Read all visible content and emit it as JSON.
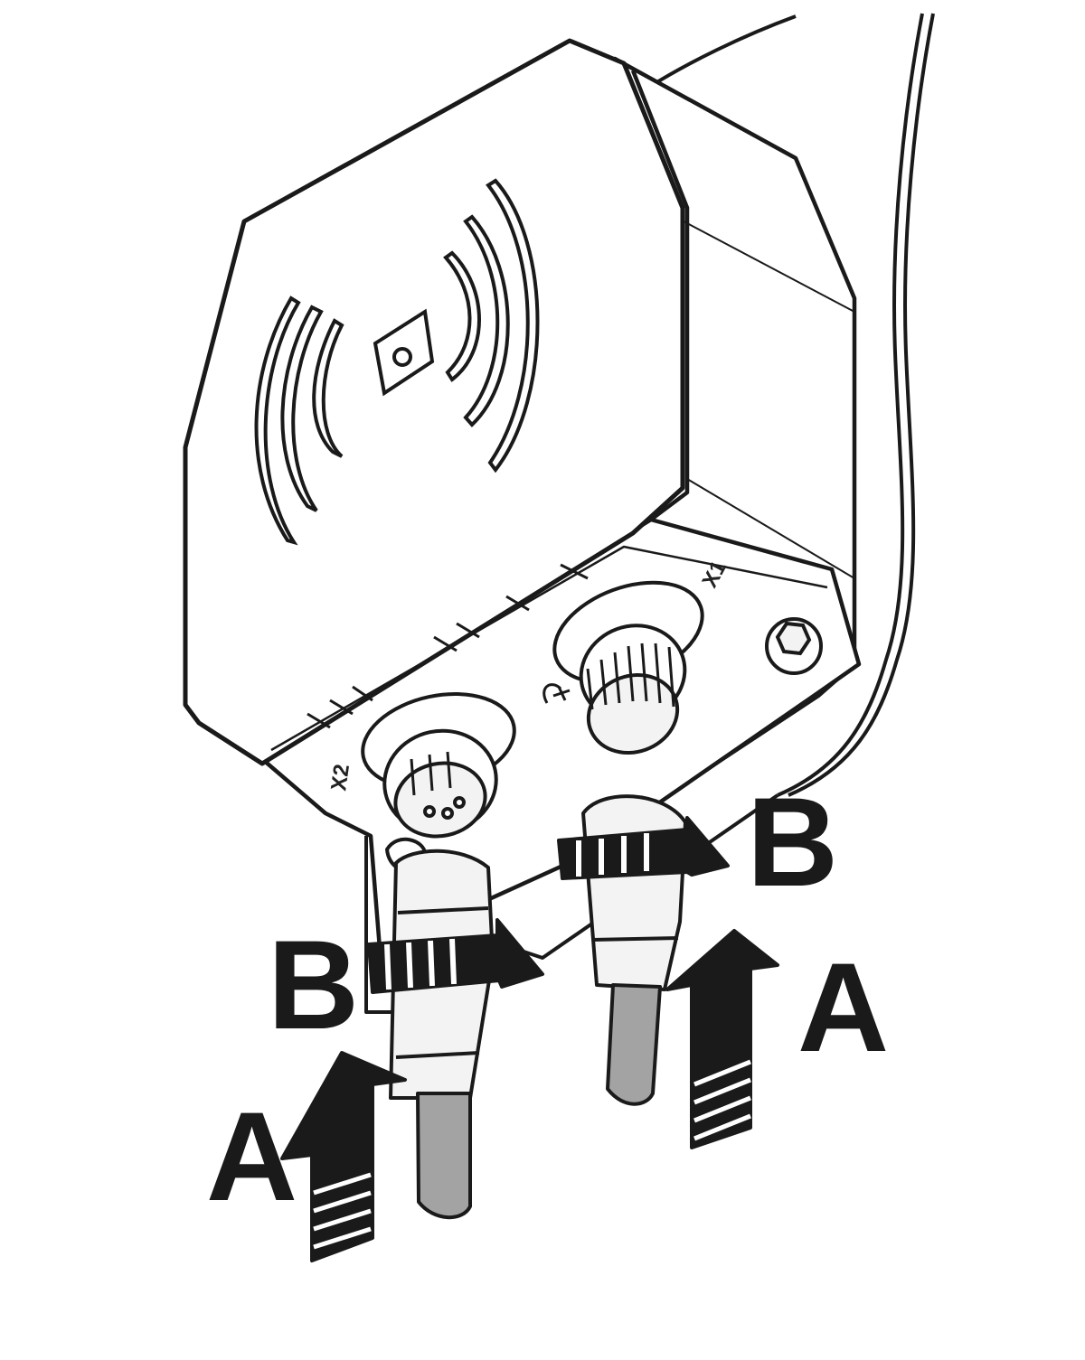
{
  "diagram": {
    "step_labels": {
      "left_b": "B",
      "left_a": "A",
      "right_b": "B",
      "right_a": "A"
    },
    "port_labels": {
      "x1": "X1",
      "x2": "X2"
    },
    "colors": {
      "line": "#1a1a1a",
      "housing": "#ffffff",
      "connector_fill": "#f3f3f3",
      "cable": "#a3a3a3",
      "arrow": "#1a1a1a"
    },
    "icons": [
      "rfid-logo-icon",
      "wireless-waves-icon",
      "ground-symbol-icon",
      "hex-screw-icon"
    ]
  }
}
